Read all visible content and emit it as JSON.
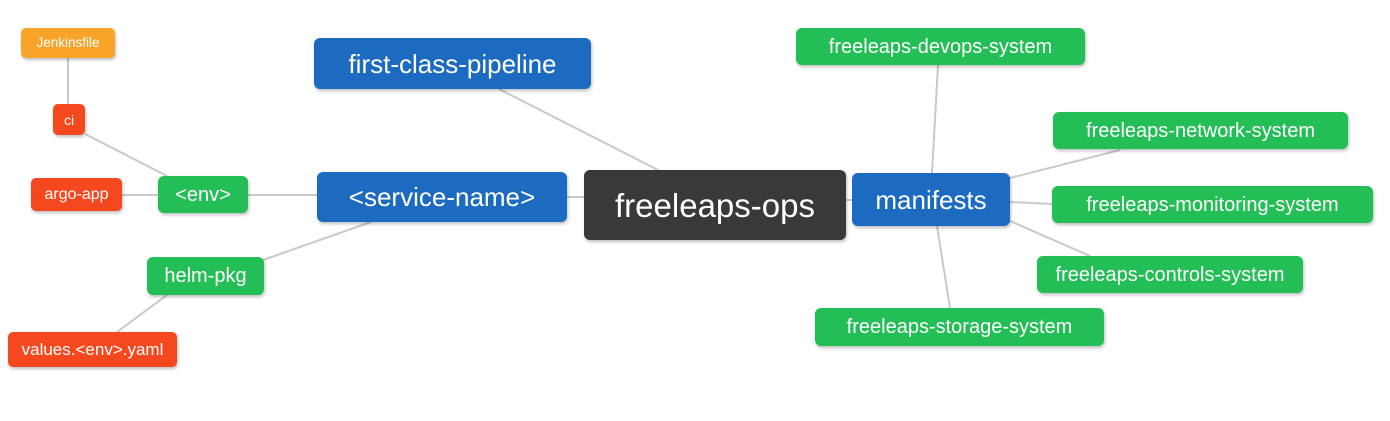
{
  "diagram": {
    "type": "mindmap",
    "background": "#FFFFFF",
    "edge_color": "#C9C9C9",
    "palette": {
      "root_node": "#3B3838",
      "branch_node": "#1C6BC1",
      "leaf_green": "#23BE55",
      "leaf_red": "#F5481F",
      "leaf_orange": "#F7A428",
      "node_text": "#FFFFFF"
    }
  },
  "nodes": {
    "freeleaps_ops": {
      "label": "freeleaps-ops",
      "level": 0,
      "color": "#3B3838"
    },
    "first_class_pipeline": {
      "label": "first-class-pipeline",
      "level": 1,
      "color": "#1C6BC1"
    },
    "service_name": {
      "label": "<service-name>",
      "level": 1,
      "color": "#1C6BC1"
    },
    "manifests": {
      "label": "manifests",
      "level": 1,
      "color": "#1C6BC1"
    },
    "env": {
      "label": "<env>",
      "level": 2,
      "color": "#23BE55"
    },
    "helm_pkg": {
      "label": "helm-pkg",
      "level": 2,
      "color": "#23BE55"
    },
    "ci": {
      "label": "ci",
      "level": 3,
      "color": "#F5481F"
    },
    "argo_app": {
      "label": "argo-app",
      "level": 3,
      "color": "#F5481F"
    },
    "values_env_yaml": {
      "label": "values.<env>.yaml",
      "level": 3,
      "color": "#F5481F"
    },
    "jenkinsfile": {
      "label": "Jenkinsfile",
      "level": 4,
      "color": "#F7A428"
    },
    "devops_system": {
      "label": "freeleaps-devops-system",
      "level": 2,
      "color": "#23BE55"
    },
    "network_system": {
      "label": "freeleaps-network-system",
      "level": 2,
      "color": "#23BE55"
    },
    "monitoring_system": {
      "label": "freeleaps-monitoring-system",
      "level": 2,
      "color": "#23BE55"
    },
    "controls_system": {
      "label": "freeleaps-controls-system",
      "level": 2,
      "color": "#23BE55"
    },
    "storage_system": {
      "label": "freeleaps-storage-system",
      "level": 2,
      "color": "#23BE55"
    }
  },
  "edges": [
    {
      "from": "jenkinsfile",
      "to": "ci"
    },
    {
      "from": "ci",
      "to": "env"
    },
    {
      "from": "argo_app",
      "to": "env"
    },
    {
      "from": "env",
      "to": "service_name"
    },
    {
      "from": "helm_pkg",
      "to": "service_name"
    },
    {
      "from": "values_env_yaml",
      "to": "helm_pkg"
    },
    {
      "from": "first_class_pipeline",
      "to": "freeleaps_ops"
    },
    {
      "from": "service_name",
      "to": "freeleaps_ops"
    },
    {
      "from": "manifests",
      "to": "freeleaps_ops"
    },
    {
      "from": "manifests",
      "to": "devops_system"
    },
    {
      "from": "manifests",
      "to": "network_system"
    },
    {
      "from": "manifests",
      "to": "monitoring_system"
    },
    {
      "from": "manifests",
      "to": "controls_system"
    },
    {
      "from": "manifests",
      "to": "storage_system"
    }
  ]
}
